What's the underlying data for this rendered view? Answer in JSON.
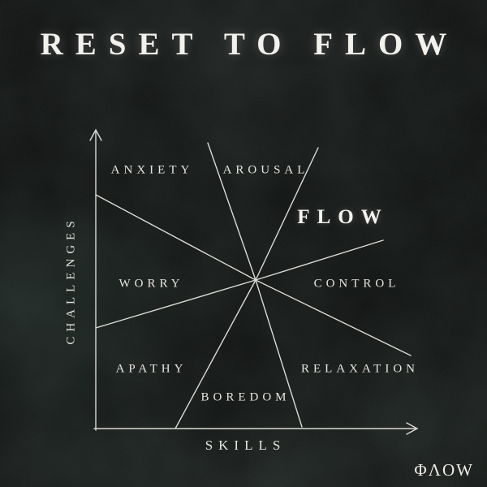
{
  "title": "RESET TO FLOW",
  "diagram": {
    "y_axis": "CHALLENGES",
    "x_axis": "SKILLS",
    "regions": {
      "anxiety": "ANXIETY",
      "arousal": "AROUSAL",
      "flow": "FLOW",
      "worry": "WORRY",
      "control": "CONTROL",
      "apathy": "APATHY",
      "boredom": "BOREDOM",
      "relaxation": "RELAXATION"
    }
  },
  "logo": "ΦΛOW",
  "colors": {
    "background": "#0b0d0c",
    "ink": "#e8e6e0"
  }
}
